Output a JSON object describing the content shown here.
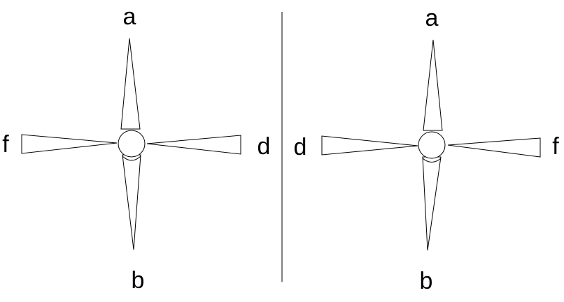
{
  "colors": {
    "stroke": "#000000",
    "fill": "#ffffff",
    "background": "#ffffff"
  },
  "left_figure": {
    "label_top": "a",
    "label_bottom": "b",
    "label_left": "f",
    "label_right": "d"
  },
  "right_figure": {
    "label_top": "a",
    "label_bottom": "b",
    "label_left": "d",
    "label_right": "f"
  }
}
